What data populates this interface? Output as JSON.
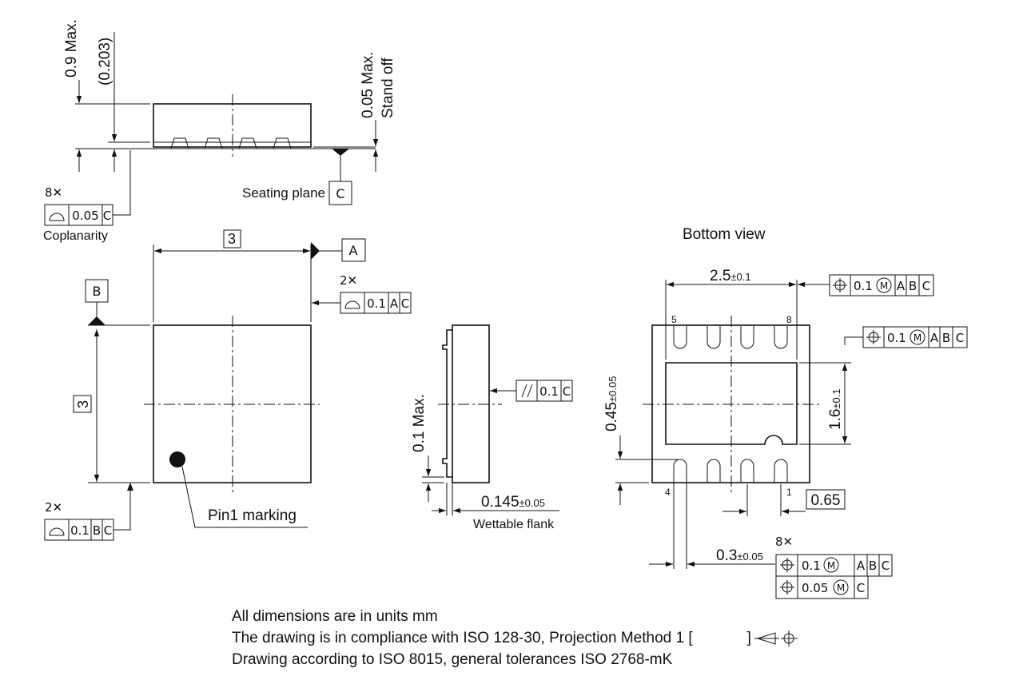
{
  "side_view": {
    "height_max": "0.9 Max.",
    "height_ref": "(0.203)",
    "standoff_value": "0.05 Max.",
    "standoff_label": "Stand off",
    "seating_plane_label": "Seating plane",
    "datum_c": "C",
    "coplanarity_count": "8✕",
    "coplanarity_tol": "0.05",
    "coplanarity_datum": "C",
    "coplanarity_label": "Coplanarity"
  },
  "top_view": {
    "width": "3",
    "height": "3",
    "datum_a": "A",
    "datum_b": "B",
    "right_count": "2✕",
    "right_tol": "0.1",
    "right_d1": "A",
    "right_d2": "C",
    "left_count": "2✕",
    "left_tol": "0.1",
    "left_d1": "B",
    "left_d2": "C",
    "pin1_label": "Pin1 marking"
  },
  "flank_view": {
    "parallel_tol": "0.1",
    "parallel_datum": "C",
    "thickness": "0.1 Max.",
    "flank_value": "0.145",
    "flank_tol": "±0.05",
    "flank_label": "Wettable flank"
  },
  "bottom_view": {
    "title": "Bottom view",
    "width_value": "2.5",
    "width_tol": "±0.1",
    "fcf1_tol": "0.1",
    "fcf1_mod": "M",
    "fcf1_d1": "A",
    "fcf1_d2": "B",
    "fcf1_d3": "C",
    "fcf2_tol": "0.1",
    "fcf2_mod": "M",
    "fcf2_d1": "A",
    "fcf2_d2": "B",
    "fcf2_d3": "C",
    "pad_height_value": "1.6",
    "pad_height_tol": "±0.1",
    "pin_len_value": "0.45",
    "pin_len_tol": "±0.05",
    "pin5": "5",
    "pin8": "8",
    "pin4": "4",
    "pin1": "1",
    "pitch": "0.65",
    "pin_width_value": "0.3",
    "pin_width_tol": "±0.05",
    "pin_count": "8✕",
    "fcf3_tol": "0.1",
    "fcf3_mod": "M",
    "fcf3_d1": "A",
    "fcf3_d2": "B",
    "fcf3_d3": "C",
    "fcf4_tol": "0.05",
    "fcf4_mod": "M",
    "fcf4_d1": "C"
  },
  "notes": {
    "line1": "All dimensions are in units mm",
    "line2_prefix": "The drawing is in compliance with ISO 128-30, Projection Method 1 [",
    "line2_suffix": "]",
    "line3": "Drawing according to ISO 8015, general tolerances ISO 2768-mK"
  }
}
